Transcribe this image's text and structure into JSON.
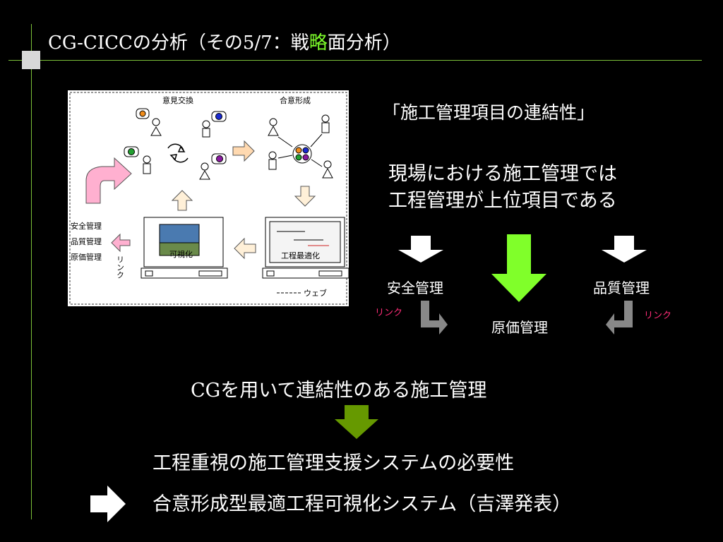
{
  "slide": {
    "title_prefix": "CG-CICCの分析（その5/7：戦",
    "title_highlight": "略",
    "title_suffix": "面分析）",
    "heading": "「施工管理項目の連結性」",
    "description_lines": [
      "現場における施工管理では",
      "工程管理が上位項目である"
    ],
    "items": {
      "safety": "安全管理",
      "quality": "品質管理",
      "cost": "原価管理"
    },
    "link_label": "リンク",
    "statement_prefix": "CG",
    "statement_rest": "を用いて連結性のある施工管理",
    "conclusion1": "工程重視の施工管理支援システムの必要性",
    "conclusion2": "合意形成型最適工程可視化システム（吉澤発表）",
    "colors": {
      "accent_line": "#7dc23a",
      "highlight": "#7cfc2a",
      "arrow_green": "#80ff2a",
      "arrow_olive": "#669900",
      "link_pink": "#ff2d78"
    }
  },
  "figure": {
    "exchange_label": "意見交換",
    "consensus_label": "合意形成",
    "side_items": [
      "安全管理",
      "品質管理",
      "原価管理"
    ],
    "link_label": "リンク",
    "visualize_label": "可視化",
    "optimize_label": "工程最適化",
    "web_label": "ウェブ"
  }
}
